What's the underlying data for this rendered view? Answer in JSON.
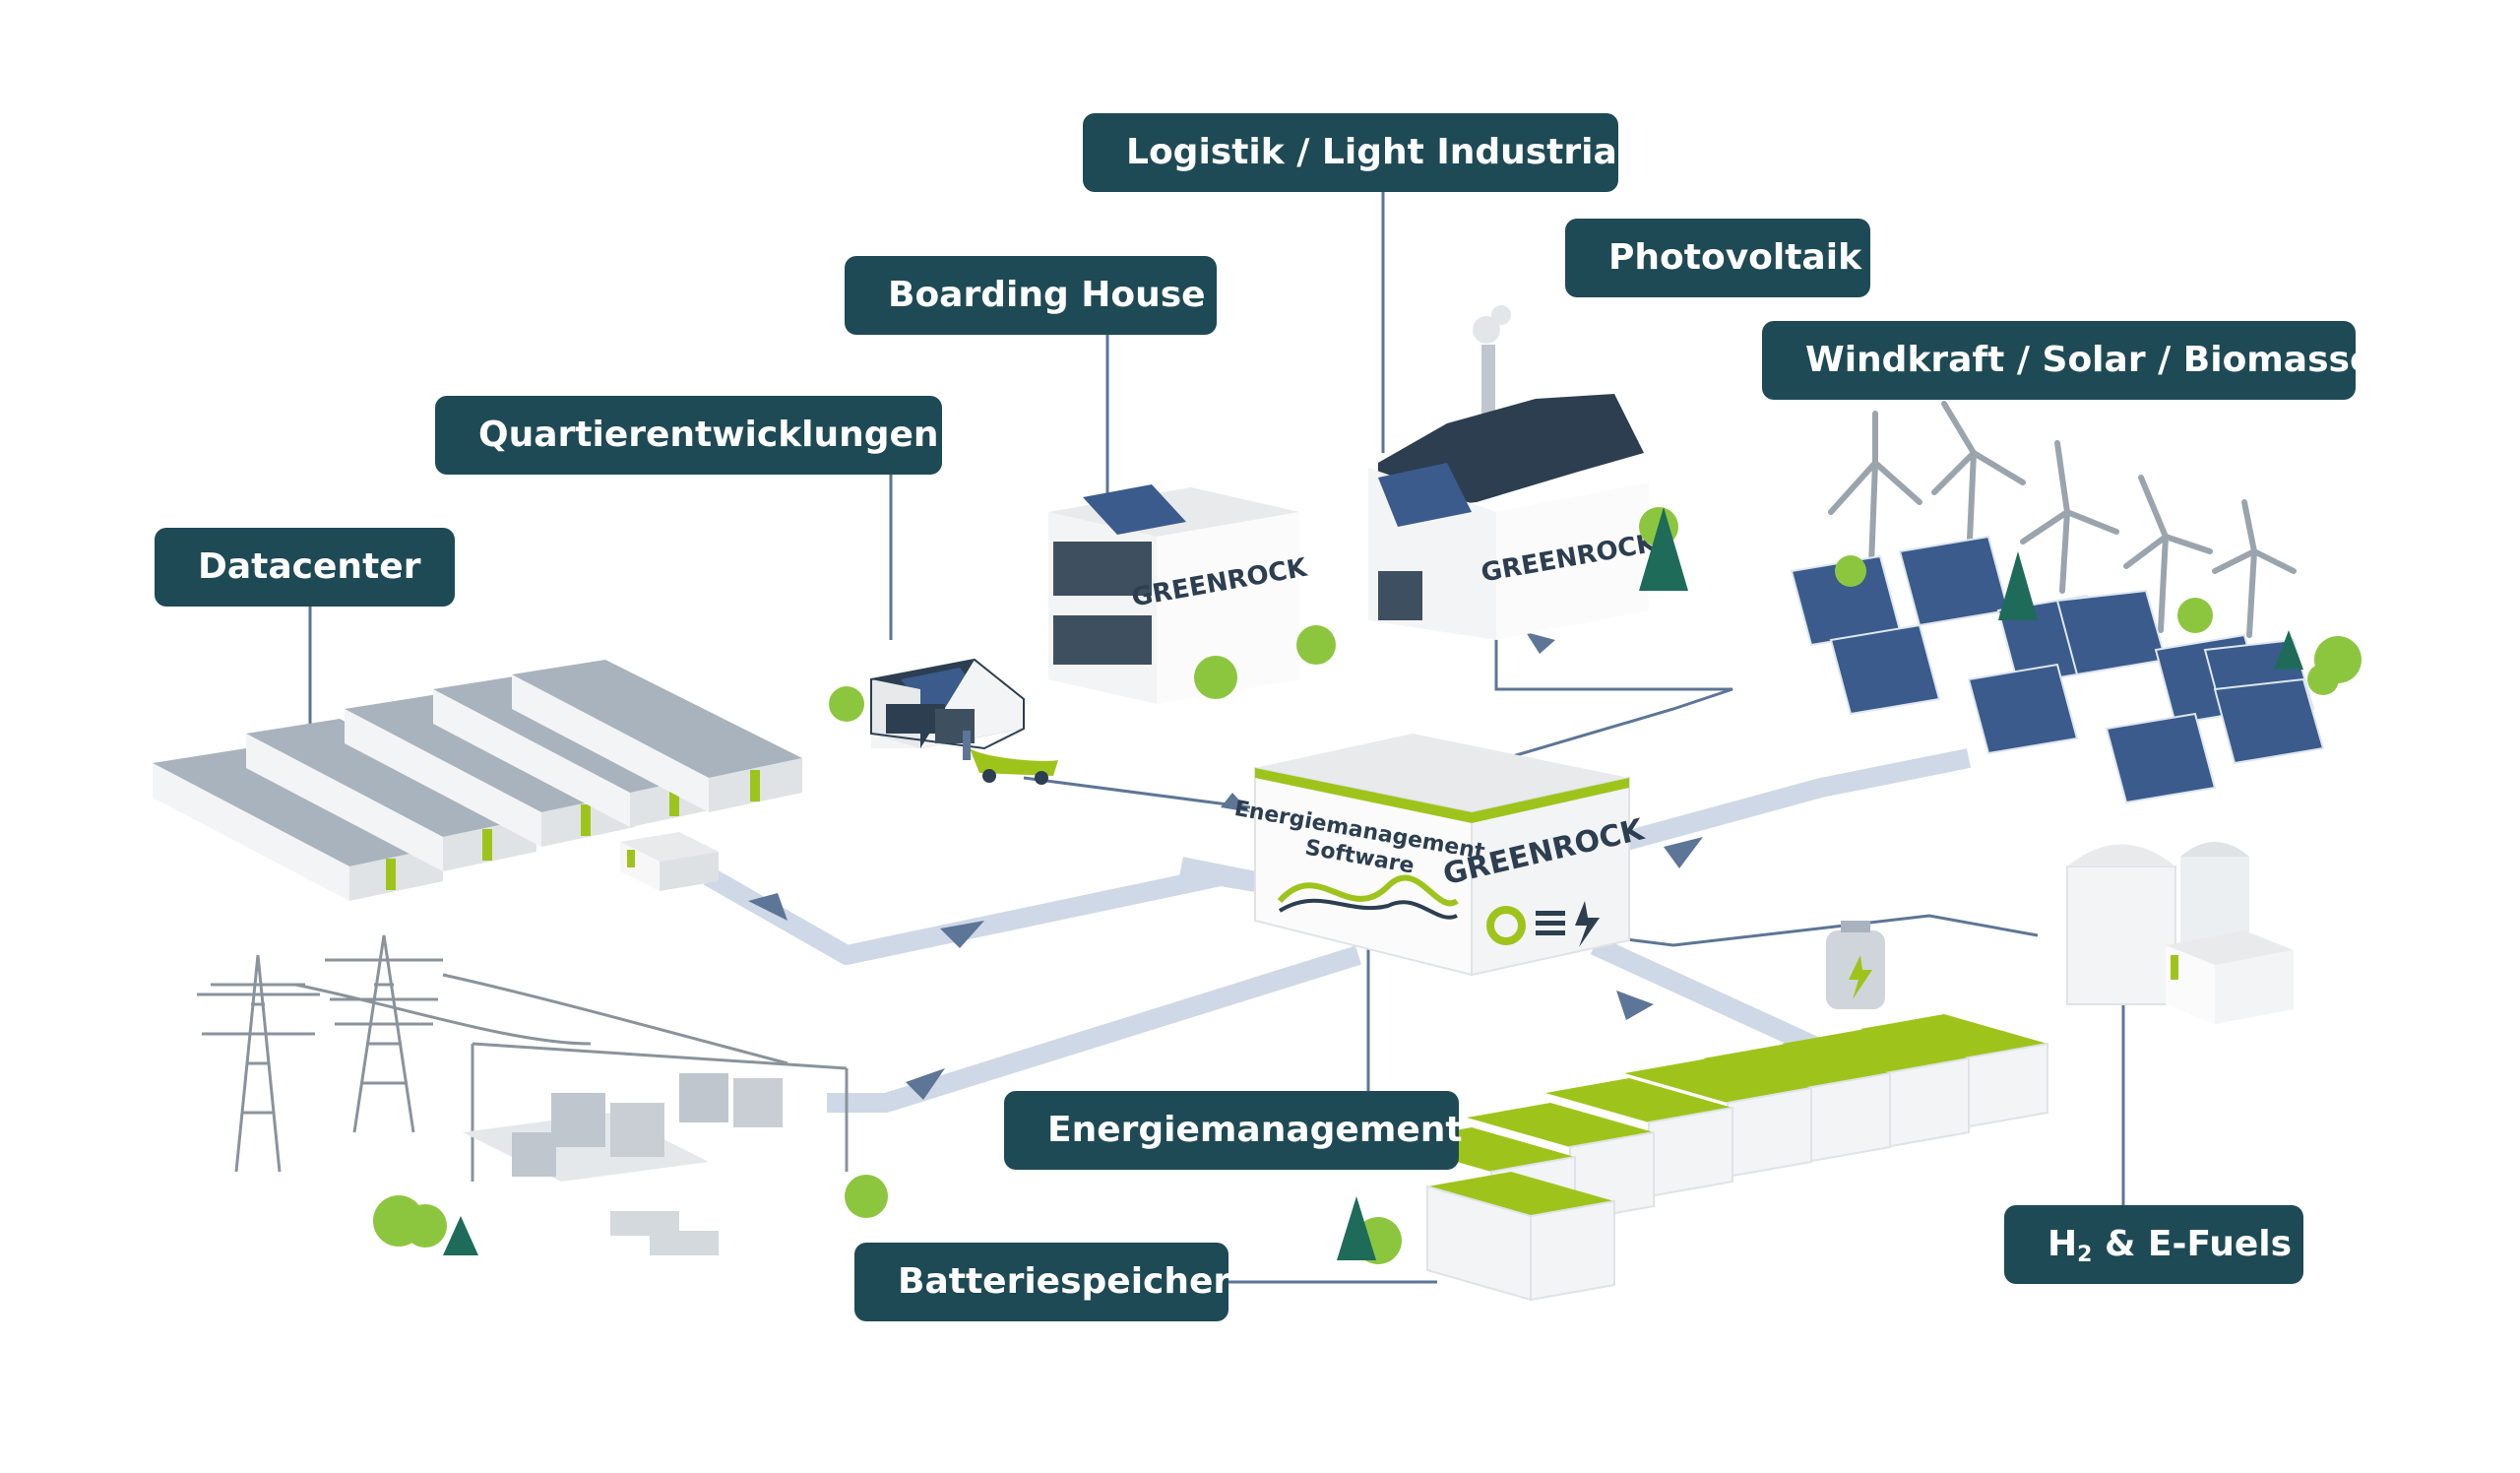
{
  "labels": {
    "logistik": "Logistik / Light Industrial",
    "photovoltaik": "Photovoltaik",
    "boarding_house": "Boarding House",
    "windkraft": "Windkraft / Solar / Biomasse",
    "quartier": "Quartierentwicklungen",
    "datacenter": "Datacenter",
    "energiemanagement": "Energiemanagement",
    "batteriespeicher": "Batteriespeicher",
    "h2_prefix": "H",
    "h2_sub": "2",
    "h2_suffix": " & E-Fuels"
  },
  "center": {
    "title_line1": "Energiemanagement",
    "title_line2": "Software",
    "brand": "GREENROCK"
  },
  "brand_marks": {
    "office": "GREENROCK",
    "factory": "GREENROCK"
  },
  "colors": {
    "label_bg": "#1e4a55",
    "accent_green": "#9ec41c",
    "flow_line": "#cfd8e6",
    "arrow": "#5d7596",
    "panel": "#3a5b8c",
    "roof": "#2c3e50",
    "tree": "#8cc63f"
  }
}
